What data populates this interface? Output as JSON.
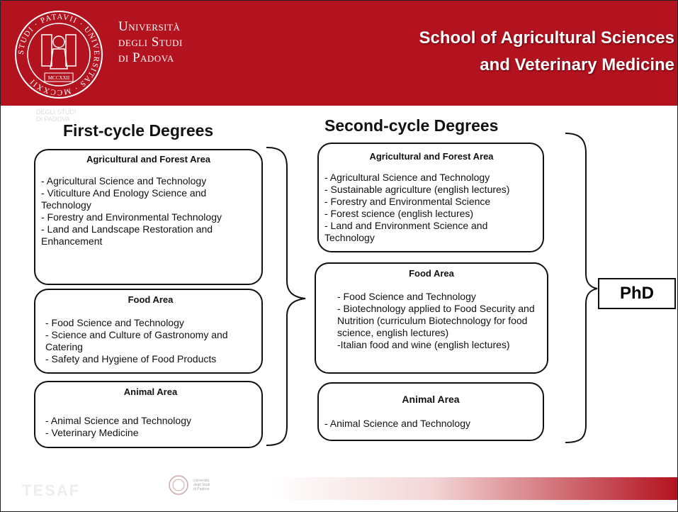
{
  "header": {
    "university_lines": [
      "Università",
      "degli Studi",
      "di Padova"
    ],
    "seal_text": "STUDI · PATAVII · UNIVERSITAS · MCCXXII",
    "seal_year": "MCCXXII",
    "school_lines": [
      "School of Agricultural Sciences",
      "and Veterinary Medicine"
    ],
    "ghost_lines": [
      "DEGLI STUDI",
      "DI PADOVA"
    ]
  },
  "first_cycle": {
    "heading": "First-cycle Degrees",
    "areas": [
      {
        "title": "Agricultural and Forest Area",
        "items": [
          "- Agricultural Science and Technology",
          "- Viticulture And Enology Science and Technology",
          "- Forestry and Environmental Technology",
          "- Land and Landscape Restoration and Enhancement"
        ]
      },
      {
        "title": "Food Area",
        "items": [
          "- Food Science and Technology",
          "- Science and Culture of Gastronomy and Catering",
          "- Safety and Hygiene of Food Products"
        ]
      },
      {
        "title": "Animal Area",
        "items": [
          "- Animal Science and Technology",
          "- Veterinary Medicine"
        ]
      }
    ]
  },
  "second_cycle": {
    "heading": "Second-cycle Degrees",
    "areas": [
      {
        "title": "Agricultural and Forest Area",
        "items": [
          "-  Agricultural Science and Technology",
          "- Sustainable agriculture (english lectures)",
          "- Forestry and Environmental Science",
          "- Forest science (english lectures)",
          "- Land and Environment Science and Technology"
        ]
      },
      {
        "title": "Food Area",
        "items": [
          "- Food Science and Technology",
          "- Biotechnology applied to Food Security and Nutrition (curriculum Biotechnology for food science, english lectures)",
          "-Italian food and wine (english lectures)"
        ]
      },
      {
        "title": "Animal Area",
        "items": [
          "- Animal Science and Technology"
        ]
      }
    ]
  },
  "phd": {
    "label": "PhD"
  },
  "footer": {
    "ghost_label": "TESAF",
    "uni_lines": [
      "Università",
      "degli Studi",
      "di Padova"
    ]
  },
  "colors": {
    "brand_red": "#b3121f",
    "text": "#111111",
    "white": "#ffffff"
  }
}
